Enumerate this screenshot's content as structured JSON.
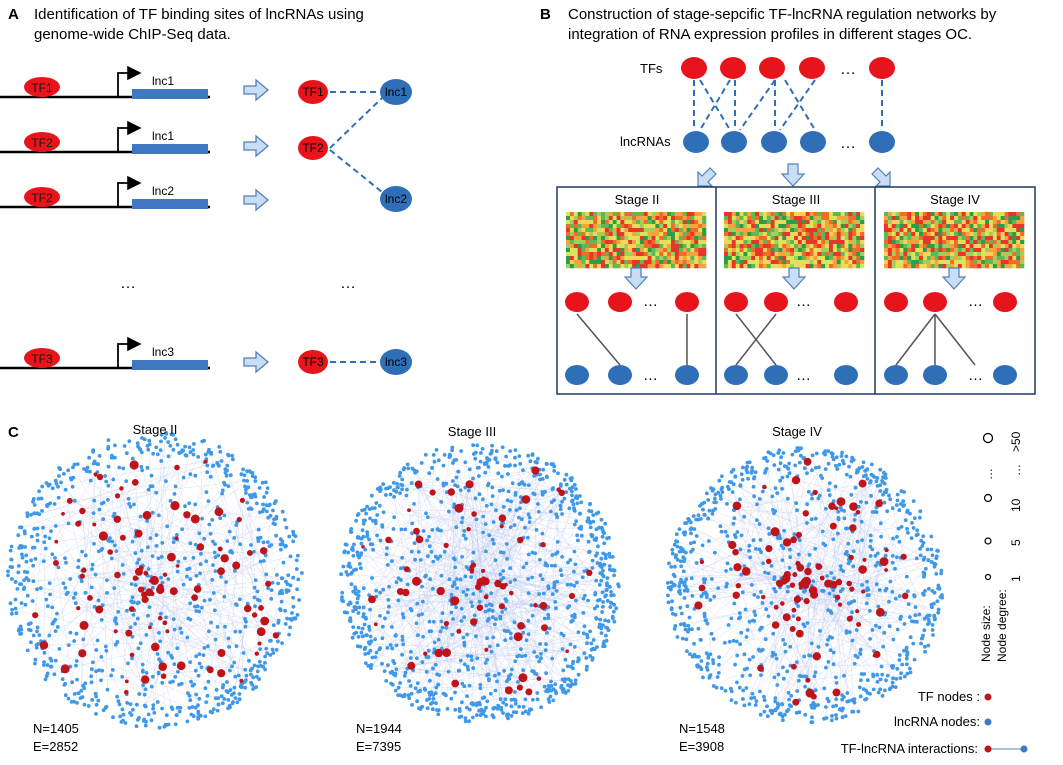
{
  "panel_a": {
    "letter": "A",
    "title_line1": "Identification of  TF binding sites of lncRNAs using",
    "title_line2": "genome-wide ChIP-Seq data.",
    "rows": [
      {
        "tf": "TF1",
        "gene": "lnc1"
      },
      {
        "tf": "TF2",
        "gene": "lnc1"
      },
      {
        "tf": "TF2",
        "gene": "lnc2"
      },
      {
        "tf": "TF3",
        "gene": "lnc3"
      }
    ],
    "net_top": {
      "tf1": "TF1",
      "tf2": "TF2",
      "lnc1": "lnc1",
      "lnc2": "lnc2"
    },
    "net_bottom": {
      "tf": "TF3",
      "lnc": "lnc3"
    },
    "ellipsis": "…"
  },
  "panel_b": {
    "letter": "B",
    "title_line1": "Construction of  stage-sepcific TF-lncRNA regulation networks by",
    "title_line2": "integration of  RNA expression profiles in different stages OC.",
    "tfs_label": "TFs",
    "lncrnas_label": "lncRNAs",
    "ellipsis": "…",
    "stages": [
      "Stage II",
      "Stage III",
      "Stage IV"
    ]
  },
  "panel_c": {
    "letter": "C",
    "networks": [
      {
        "stage": "Stage II",
        "n": "N=1405",
        "e": "E=2852"
      },
      {
        "stage": "Stage III",
        "n": "N=1944",
        "e": "E=7395"
      },
      {
        "stage": "Stage IV",
        "n": "N=1548",
        "e": "E=3908"
      }
    ],
    "legend": {
      "node_size": "Node size:",
      "node_degree": "Node degree:",
      "degrees": [
        "1",
        "5",
        "10",
        "…",
        ">50"
      ],
      "tf_nodes": "TF nodes :",
      "lncrna_nodes": "lncRNA nodes:",
      "interactions": "TF-lncRNA interactions:"
    }
  },
  "colors": {
    "tf_red": "#e8141b",
    "lnc_blue": "#2f6fb8",
    "network_blue": "#3f98e8",
    "network_red": "#c0141b",
    "gene_bar": "#3d78c0",
    "arrow_fill": "#c9ddf3",
    "arrow_stroke": "#4f81bd",
    "box_border": "#1f3864"
  }
}
